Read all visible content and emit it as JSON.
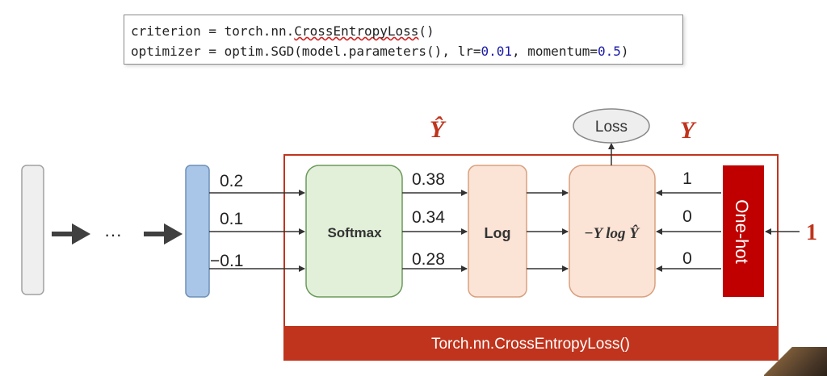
{
  "code": {
    "line1_prefix": "criterion = torch.nn.",
    "line1_func": "CrossEntropyLoss",
    "line1_suffix": "()",
    "line2_a": "optimizer = optim.SGD(model.parameters(), lr=",
    "line2_lr": "0.01",
    "line2_b": ", momentum=",
    "line2_mom": "0.5",
    "line2_c": ")"
  },
  "diagram": {
    "ellipsis": "···",
    "inputs": [
      "0.2",
      "0.1",
      "−0.1"
    ],
    "softmax_label": "Softmax",
    "probs": [
      "0.38",
      "0.34",
      "0.28"
    ],
    "log_label": "Log",
    "loss_formula": "−Y log Ŷ",
    "loss_label": "Loss",
    "yhat_label": "Ŷ",
    "y_label": "Y",
    "onehot_values": [
      "1",
      "0",
      "0"
    ],
    "onehot_label": "One-hot",
    "target_value": "1",
    "banner_label": "Torch.nn.CrossEntropyLoss()"
  },
  "colors": {
    "accent_red": "#c0341d",
    "softmax_fill": "#e2f0d9",
    "softmax_stroke": "#6a9a5b",
    "log_fill": "#fbe3d5",
    "log_stroke": "#d9a07f",
    "layer_fill": "#a9c6e8",
    "layer_stroke": "#6d8fb8",
    "input_fill": "#efefef",
    "onehot_fill": "#c00000"
  }
}
